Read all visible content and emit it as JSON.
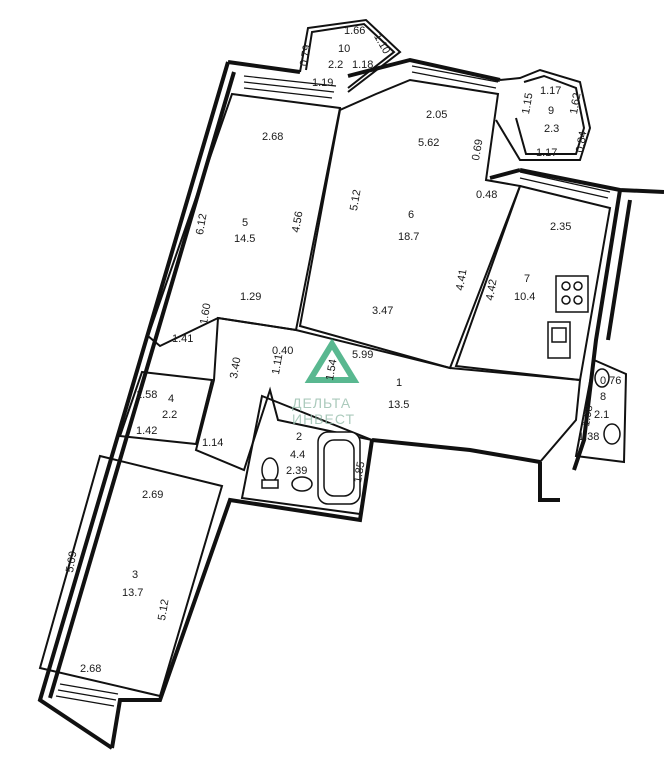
{
  "watermark": {
    "logo_icon": "delta-triangle-logo",
    "color": "#22a06b",
    "line1": "ДЕЛЬТА",
    "line2": "ИНВЕСТ"
  },
  "rooms": [
    {
      "id": "1",
      "number": "1",
      "area": "13.5"
    },
    {
      "id": "2",
      "number": "2",
      "area": "4.4"
    },
    {
      "id": "3",
      "number": "3",
      "area": "13.7"
    },
    {
      "id": "4",
      "number": "4",
      "area": "2.2"
    },
    {
      "id": "5",
      "number": "5",
      "area": "14.5"
    },
    {
      "id": "6",
      "number": "6",
      "area": "18.7"
    },
    {
      "id": "7",
      "number": "7",
      "area": "10.4"
    },
    {
      "id": "8",
      "number": "8",
      "area": "2.1"
    },
    {
      "id": "9",
      "number": "9",
      "area": "2.3"
    },
    {
      "id": "10",
      "number": "10",
      "area": "2.2"
    }
  ],
  "dimensions": {
    "b10_a": "0.79",
    "b10_b": "1.66",
    "b10_c": "1.10",
    "b10_d": "1.18",
    "b10_e": "1.19",
    "b9_a": "1.15",
    "b9_b": "1.17",
    "b9_c": "1.62",
    "b9_d": "1.17",
    "b9_e": "0.84",
    "r5_top": "2.68",
    "r5_left": "6.12",
    "r5_right": "4.56",
    "r5_bl": "1.60",
    "r5_bl2": "1.41",
    "r6_top": "2.05",
    "r6_diag": "5.62",
    "r6_left": "5.12",
    "r6_nook": "0.69",
    "r6_r": "0.48",
    "r6_right": "4.41",
    "r6_bottom": "3.47",
    "r7_top": "2.35",
    "r7_left": "4.42",
    "corr_a": "1.29",
    "corr_b": "0.40",
    "corr_c": "3.40",
    "corr_d": "1.11",
    "r1_a": "1.54",
    "r1_b": "5.99",
    "r4_left": "1.58",
    "r4_bottom": "1.42",
    "r4_b": "1.14",
    "r2_a": "2.39",
    "r2_b": "1.85",
    "r8_a": "0.76",
    "r8_b": "1.98",
    "r8_c": "1.38",
    "r3_top": "2.69",
    "r3_left": "5.09",
    "r3_right": "5.12",
    "r3_bottom": "2.68"
  }
}
